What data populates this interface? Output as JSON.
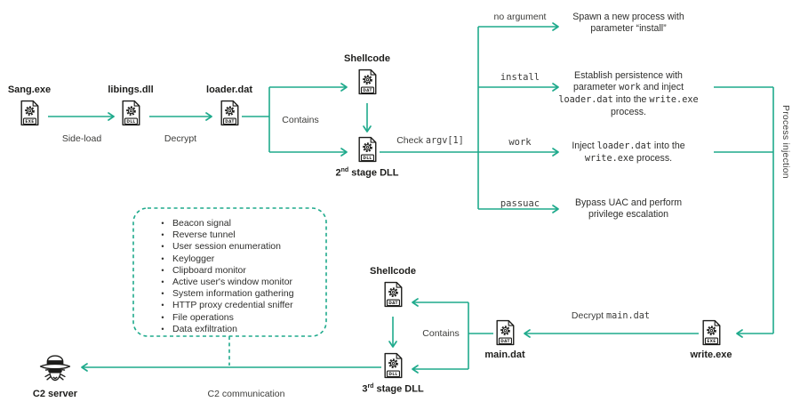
{
  "colors": {
    "accent": "#1FAA8C",
    "ink": "#1D1D1B"
  },
  "nodes": {
    "sang": {
      "title": "Sang.exe",
      "banner": "EXE"
    },
    "libings": {
      "title": "libings.dll",
      "banner": "DLL"
    },
    "loader": {
      "title": "loader.dat",
      "banner": "DAT"
    },
    "shellcode_top": {
      "title": "Shellcode",
      "banner": "DAT"
    },
    "stage2": {
      "num": "2",
      "sup": "nd",
      "rest": " stage DLL",
      "banner": "DLL"
    },
    "shellcode_bottom": {
      "title": "Shellcode",
      "banner": "DAT"
    },
    "stage3": {
      "num": "3",
      "sup": "rd",
      "rest": " stage DLL",
      "banner": "DLL"
    },
    "main_dat": {
      "title": "main.dat",
      "banner": "DAT"
    },
    "write_exe": {
      "title": "write.exe",
      "banner": "EXE"
    },
    "c2_server": {
      "title": "C2 server"
    }
  },
  "edges": {
    "side_load": "Side-load",
    "decrypt": "Decrypt",
    "contains_top": "Contains",
    "contains_bottom": "Contains",
    "check_prefix": "Check ",
    "check_arg": "argv[1]",
    "decrypt_main_prefix": "Decrypt ",
    "decrypt_main_arg": "main.dat",
    "c2_communication": "C2 communication",
    "process_injection": "Process injection"
  },
  "branches": [
    {
      "arg": "no argument",
      "result": [
        "Spawn a new process with parameter “install”"
      ]
    },
    {
      "arg": "install",
      "result": [
        "Establish persistence with parameter ",
        "work",
        " and inject ",
        "loader.dat",
        " into the ",
        "write.exe",
        " process."
      ]
    },
    {
      "arg": "work",
      "result": [
        "Inject ",
        "loader.dat",
        " into the ",
        "write.exe",
        " process."
      ]
    },
    {
      "arg": "passuac",
      "result": [
        "Bypass UAC and perform privilege escalation"
      ]
    }
  ],
  "capabilities": [
    "Beacon signal",
    "Reverse tunnel",
    "User session enumeration",
    "Keylogger",
    "Clipboard monitor",
    "Active user's window monitor",
    "System information gathering",
    "HTTP proxy credential sniffer",
    "File operations",
    "Data exfiltration"
  ]
}
